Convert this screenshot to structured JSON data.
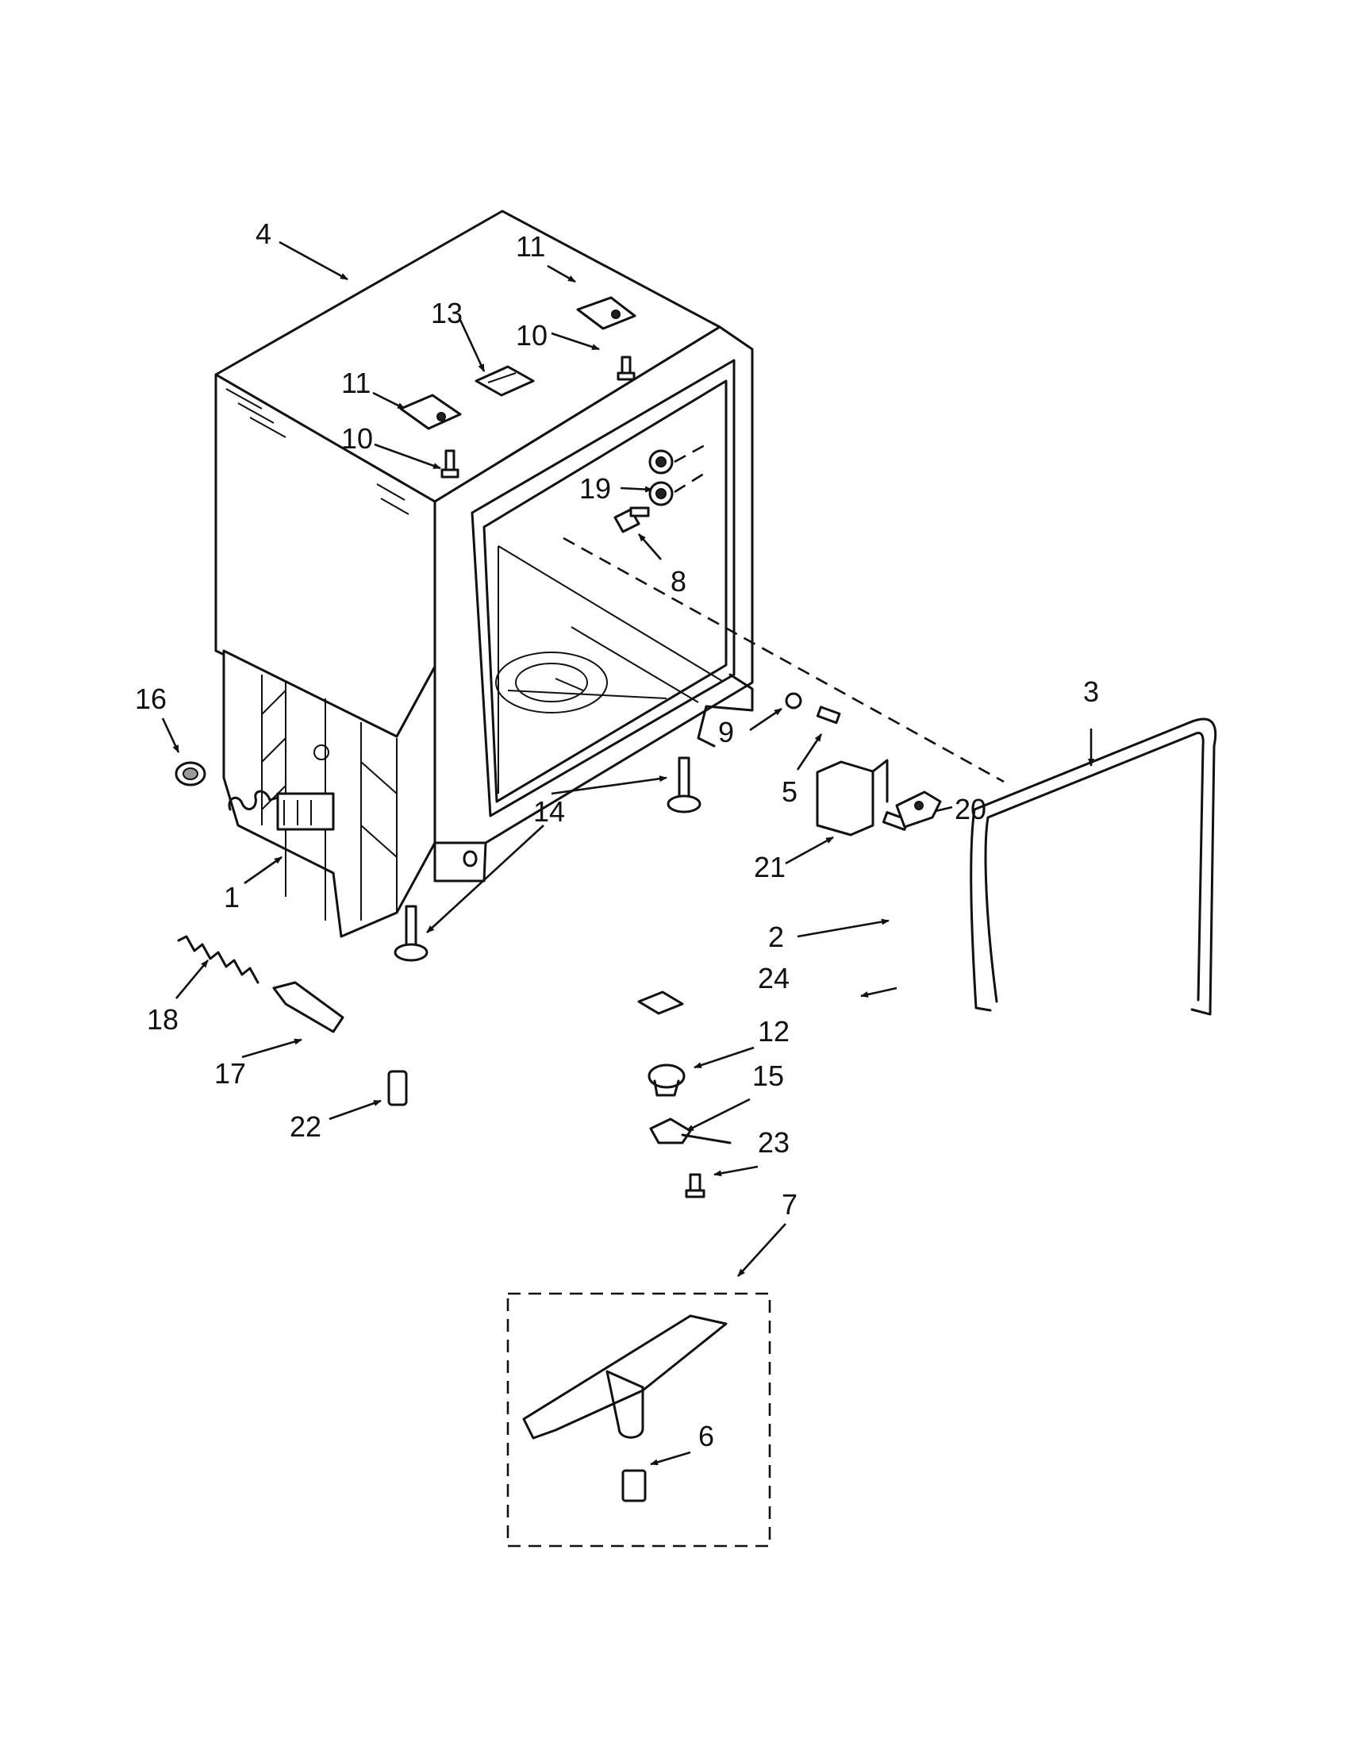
{
  "callouts": [
    {
      "id": "c1",
      "label": "1"
    },
    {
      "id": "c2",
      "label": "2"
    },
    {
      "id": "c3",
      "label": "3"
    },
    {
      "id": "c4",
      "label": "4"
    },
    {
      "id": "c5",
      "label": "5"
    },
    {
      "id": "c6",
      "label": "6"
    },
    {
      "id": "c7",
      "label": "7"
    },
    {
      "id": "c8",
      "label": "8"
    },
    {
      "id": "c9",
      "label": "9"
    },
    {
      "id": "c10a",
      "label": "10"
    },
    {
      "id": "c10b",
      "label": "10"
    },
    {
      "id": "c11a",
      "label": "11"
    },
    {
      "id": "c11b",
      "label": "11"
    },
    {
      "id": "c12",
      "label": "12"
    },
    {
      "id": "c13",
      "label": "13"
    },
    {
      "id": "c14",
      "label": "14"
    },
    {
      "id": "c15",
      "label": "15"
    },
    {
      "id": "c16",
      "label": "16"
    },
    {
      "id": "c17",
      "label": "17"
    },
    {
      "id": "c18",
      "label": "18"
    },
    {
      "id": "c19",
      "label": "19"
    },
    {
      "id": "c20",
      "label": "20"
    },
    {
      "id": "c21",
      "label": "21"
    },
    {
      "id": "c22",
      "label": "22"
    },
    {
      "id": "c23",
      "label": "23"
    },
    {
      "id": "c24",
      "label": "24"
    }
  ]
}
